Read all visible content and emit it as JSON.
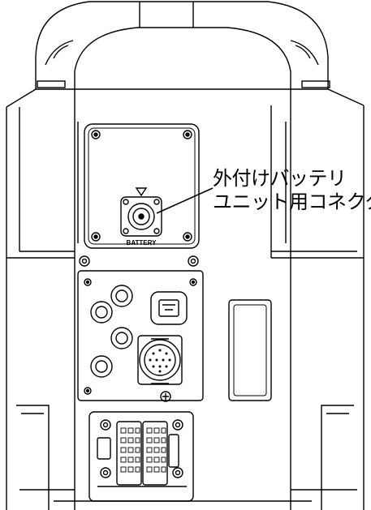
{
  "callout": {
    "line1": "外付けバッテリ",
    "line2": "ユニット用コネクタ"
  },
  "panel": {
    "battery_label": "BATTERY"
  }
}
